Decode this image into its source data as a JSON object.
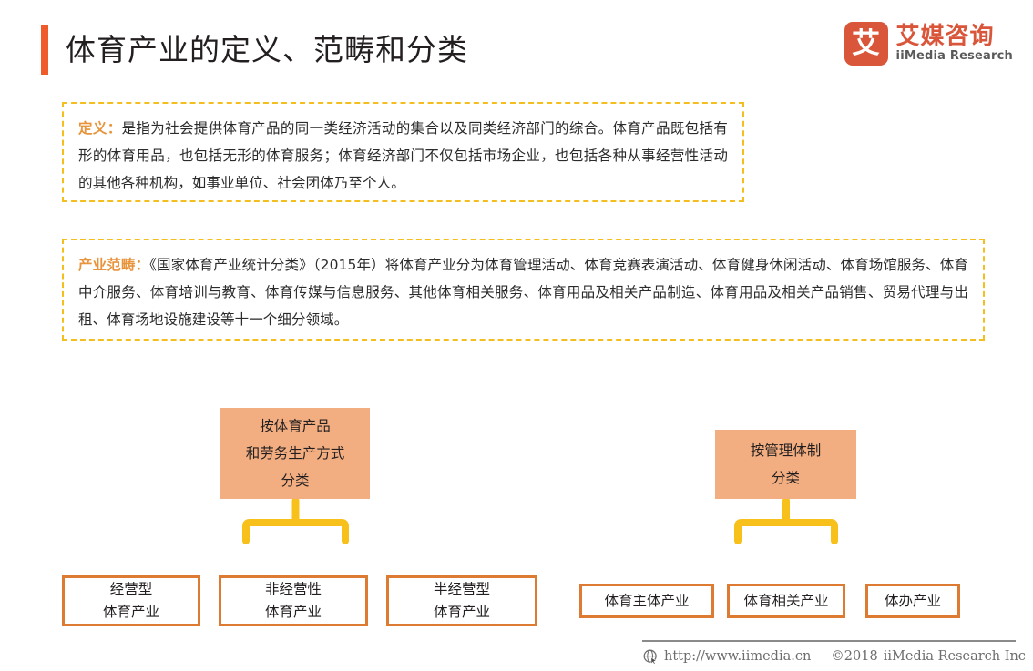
{
  "header": {
    "title": "体育产业的定义、范畴和分类",
    "logo": {
      "mark_glyph": "艾",
      "cn_name": "艾媒咨询",
      "en_name": "iiMedia Research",
      "brand_color": "#d9563a"
    },
    "accent_color": "#ef5b2b"
  },
  "info_boxes": {
    "definition": {
      "label": "定义：",
      "body": "是指为社会提供体育产品的同一类经济活动的集合以及同类经济部门的综合。体育产品既包括有形的体育用品，也包括无形的体育服务；体育经济部门不仅包括市场企业，也包括各种从事经营性活动的其他各种机构，如事业单位、社会团体乃至个人。"
    },
    "scope": {
      "label": "产业范畴：",
      "body": "《国家体育产业统计分类》（2015年）将体育产业分为体育管理活动、体育竞赛表演活动、体育健身休闲活动、体育场馆服务、体育中介服务、体育培训与教育、体育传媒与信息服务、其他体育相关服务、体育用品及相关产品制造、体育用品及相关产品销售、贸易代理与出租、体育场地设施建设等十一个细分领域。"
    },
    "border_color": "#f4bf1e",
    "label_color": "#e8943c"
  },
  "diagram": {
    "bracket_color": "#f8c01b",
    "category_fill": "#f2ae80",
    "leaf_border": "#dd7b33",
    "groups": [
      {
        "category": {
          "lines": [
            "按体育产品",
            "和劳务生产方式",
            "分类"
          ]
        },
        "leaves": [
          {
            "lines": [
              "经营型",
              "体育产业"
            ]
          },
          {
            "lines": [
              "非经营性",
              "体育产业"
            ]
          },
          {
            "lines": [
              "半经营型",
              "体育产业"
            ]
          }
        ]
      },
      {
        "category": {
          "lines": [
            "按管理体制",
            "分类"
          ]
        },
        "leaves": [
          {
            "lines": [
              "体育主体产业"
            ]
          },
          {
            "lines": [
              "体育相关产业"
            ]
          },
          {
            "lines": [
              "体办产业"
            ]
          }
        ]
      }
    ]
  },
  "footer": {
    "url": "http://www.iimedia.cn",
    "copyright": "©2018",
    "company": "iiMedia Research Inc"
  }
}
